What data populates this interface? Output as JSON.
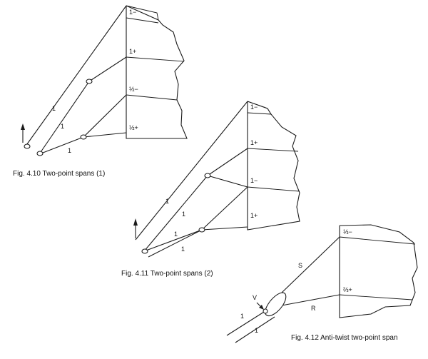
{
  "figures": [
    {
      "caption": "Fig. 4.10   Two-point spans (1)",
      "cloth_labels": [
        "1−",
        "1+",
        "½−",
        "½+"
      ],
      "line_labels": [
        "1",
        "1",
        "1"
      ]
    },
    {
      "caption": "Fig. 4.11   Two-point spans (2)",
      "cloth_labels": [
        "1−",
        "1+",
        "1−",
        "1+"
      ],
      "line_labels": [
        "1",
        "1",
        "1",
        "1"
      ]
    },
    {
      "caption": "Fig. 4.12   Anti-twist two-point span",
      "cloth_labels": [
        "⅓−",
        "⅔+"
      ],
      "line_labels": [
        "S",
        "R",
        "1",
        "1"
      ],
      "pivot_label": "V"
    }
  ]
}
